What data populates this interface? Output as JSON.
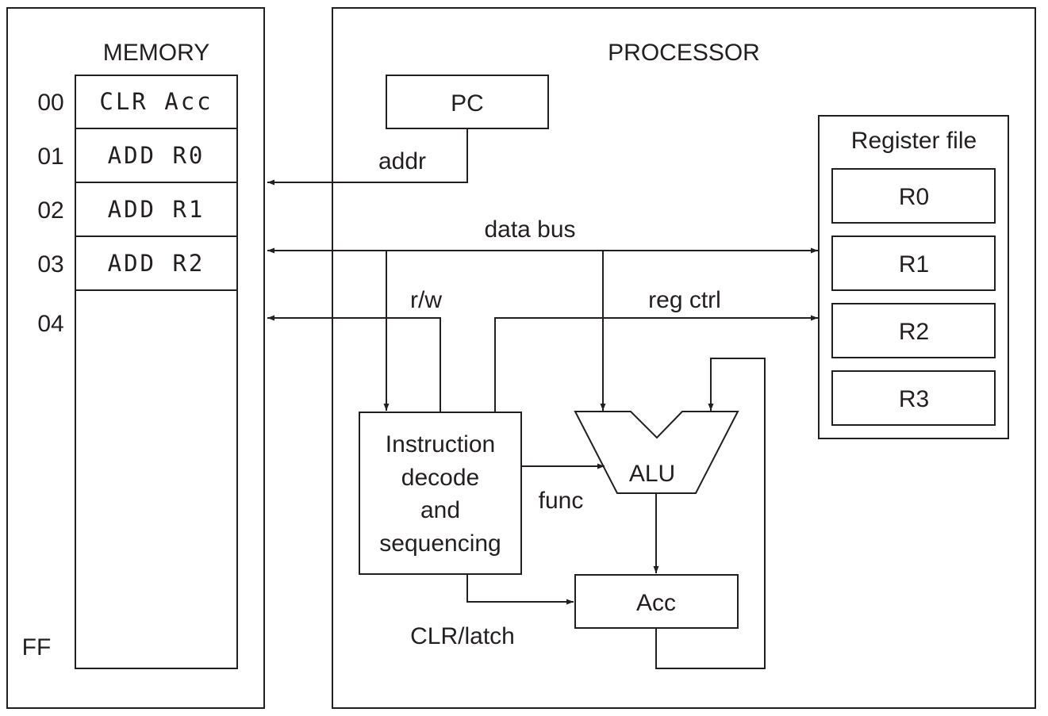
{
  "memory": {
    "title": "MEMORY",
    "rows": [
      {
        "address": "00",
        "instruction": "CLR Acc"
      },
      {
        "address": "01",
        "instruction": "ADD R0"
      },
      {
        "address": "02",
        "instruction": "ADD R1"
      },
      {
        "address": "03",
        "instruction": "ADD R2"
      },
      {
        "address": "04",
        "instruction": ""
      }
    ],
    "last_address": "FF"
  },
  "processor": {
    "title": "PROCESSOR",
    "pc": "PC",
    "register_file": {
      "title": "Register file",
      "registers": [
        "R0",
        "R1",
        "R2",
        "R3"
      ]
    },
    "decoder": {
      "lines": [
        "Instruction",
        "decode",
        "and",
        "sequencing"
      ]
    },
    "alu": "ALU",
    "acc": "Acc"
  },
  "signals": {
    "addr": "addr",
    "data_bus": "data bus",
    "rw": "r/w",
    "reg_ctrl": "reg ctrl",
    "func": "func",
    "clr_latch": "CLR/latch"
  }
}
